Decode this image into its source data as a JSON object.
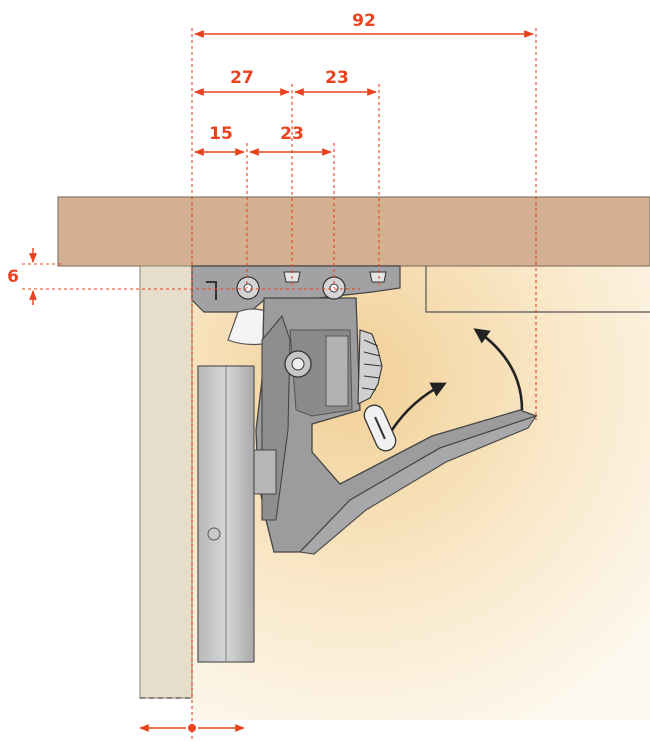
{
  "colors": {
    "dimension": "#e8431e",
    "panel_top": "#d2b091",
    "panel_side": "#e6ddcb",
    "mechanism": "#9c9c9e",
    "mechanism_dark": "#6d6d70",
    "shadow_warm": "#f4d7a6",
    "arrow": "#222222"
  },
  "dimensions": {
    "d92": "92",
    "d27": "27",
    "d23_top": "23",
    "d15": "15",
    "d23_mid": "23",
    "d6": "6"
  },
  "icons": {
    "swing_arrow_upper": "curved-arrow-icon",
    "swing_arrow_lower": "curved-arrow-icon",
    "offset_arrow": "double-arrow-icon"
  }
}
